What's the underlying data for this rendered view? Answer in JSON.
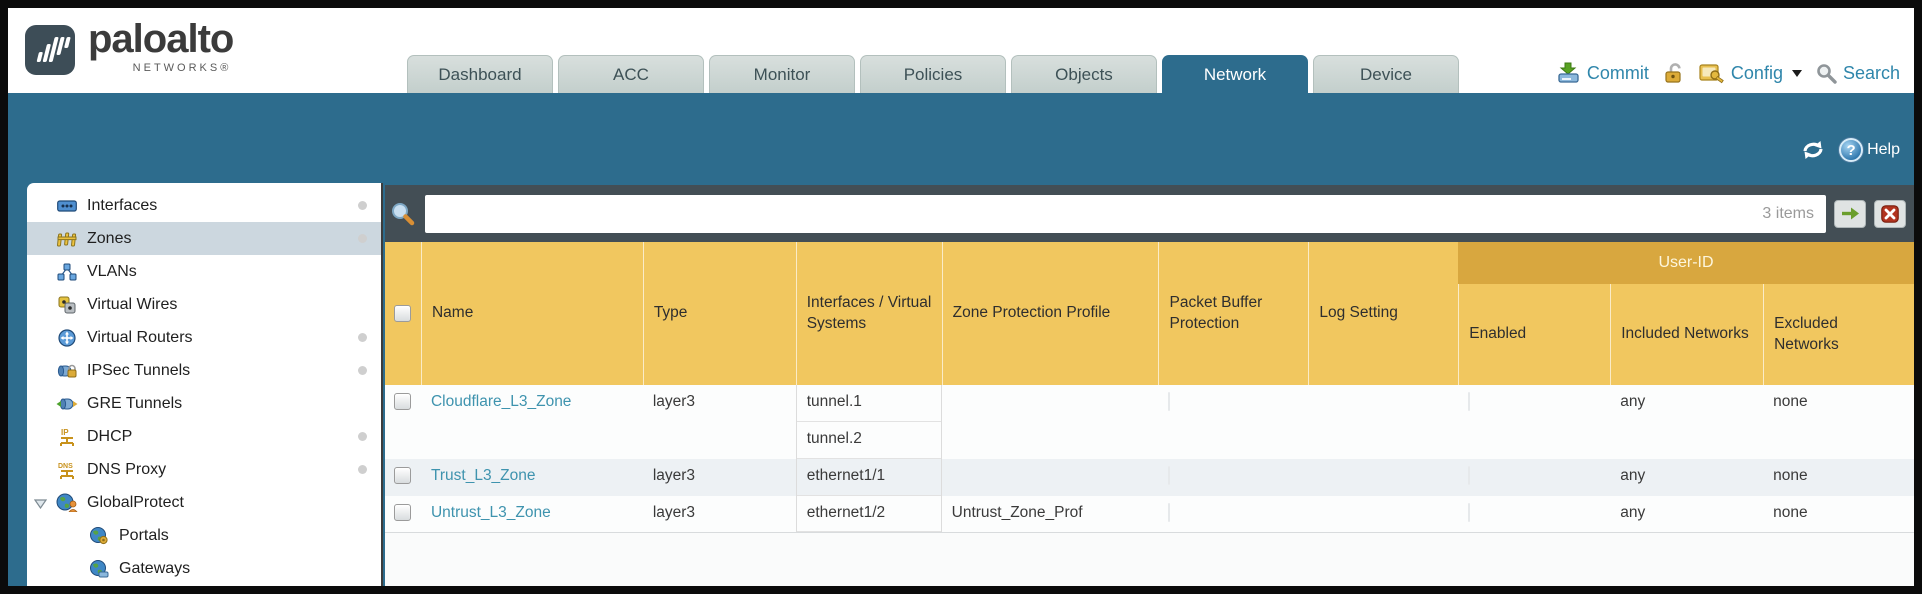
{
  "brand": {
    "name": "paloalto",
    "sub": "NETWORKS®"
  },
  "tabs": [
    {
      "label": "Dashboard"
    },
    {
      "label": "ACC"
    },
    {
      "label": "Monitor"
    },
    {
      "label": "Policies"
    },
    {
      "label": "Objects"
    },
    {
      "label": "Network",
      "active": true
    },
    {
      "label": "Device"
    }
  ],
  "top_actions": {
    "commit": "Commit",
    "config": "Config",
    "search": "Search"
  },
  "band": {
    "help_label": "Help"
  },
  "toolbar": {
    "items_count": "3 items"
  },
  "sidebar": {
    "items": [
      {
        "label": "Interfaces"
      },
      {
        "label": "Zones",
        "selected": true
      },
      {
        "label": "VLANs"
      },
      {
        "label": "Virtual Wires"
      },
      {
        "label": "Virtual Routers"
      },
      {
        "label": "IPSec Tunnels"
      },
      {
        "label": "GRE Tunnels"
      },
      {
        "label": "DHCP"
      },
      {
        "label": "DNS Proxy"
      },
      {
        "label": "GlobalProtect"
      },
      {
        "label": "Portals"
      },
      {
        "label": "Gateways"
      }
    ]
  },
  "table": {
    "user_id_group_label": "User-ID",
    "columns": [
      "Name",
      "Type",
      "Interfaces / Virtual Systems",
      "Zone Protection Profile",
      "Packet Buffer Protection",
      "Log Setting",
      "Enabled",
      "Included Networks",
      "Excluded Networks"
    ],
    "rows": [
      {
        "name": "Cloudflare_L3_Zone",
        "type": "layer3",
        "interfaces": [
          "tunnel.1",
          "tunnel.2"
        ],
        "zone_protection_profile": "",
        "log_setting": "",
        "included_networks": "any",
        "excluded_networks": "none"
      },
      {
        "name": "Trust_L3_Zone",
        "type": "layer3",
        "interfaces": [
          "ethernet1/1"
        ],
        "zone_protection_profile": "",
        "log_setting": "",
        "included_networks": "any",
        "excluded_networks": "none"
      },
      {
        "name": "Untrust_L3_Zone",
        "type": "layer3",
        "interfaces": [
          "ethernet1/2"
        ],
        "zone_protection_profile": "Untrust_Zone_Prof",
        "log_setting": "",
        "included_networks": "any",
        "excluded_networks": "none"
      }
    ]
  },
  "colors": {
    "accent_teal": "#2d6c8d",
    "header_orange": "#f1c75f",
    "userid_band": "#d8a73f",
    "link": "#3e93ae",
    "toolbar_strip": "#434e55"
  }
}
